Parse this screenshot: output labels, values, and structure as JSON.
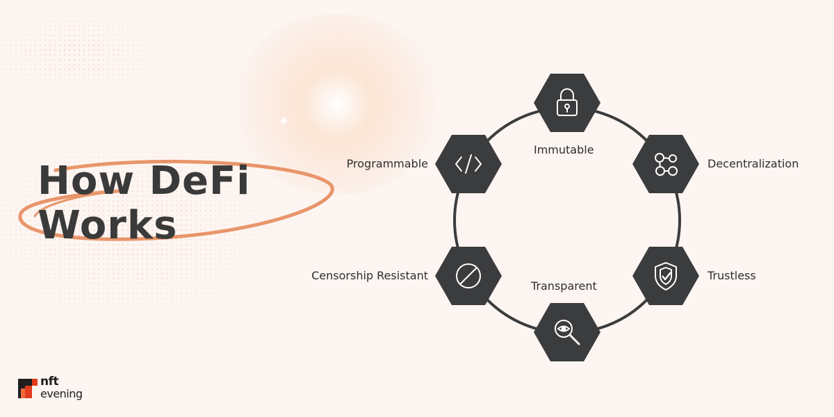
{
  "title": {
    "line1": "How DeFi",
    "line2": "Works"
  },
  "nodes": [
    {
      "label": "Immutable",
      "icon": "lock-icon"
    },
    {
      "label": "Decentralization",
      "icon": "network-nodes-icon"
    },
    {
      "label": "Trustless",
      "icon": "shield-check-icon"
    },
    {
      "label": "Transparent",
      "icon": "magnifier-eye-icon"
    },
    {
      "label": "Censorship Resistant",
      "icon": "prohibited-icon"
    },
    {
      "label": "Programmable",
      "icon": "code-brackets-icon"
    }
  ],
  "logo": {
    "line1": "nft",
    "line2": "evening"
  },
  "colors": {
    "background": "#fdf5f1",
    "hexagon": "#3b3c3e",
    "ring": "#3b3c3e",
    "accent": "#e8956a",
    "text": "#2e2e2e",
    "logo_red": "#e23b1e",
    "logo_dark": "#1f1f1f"
  }
}
